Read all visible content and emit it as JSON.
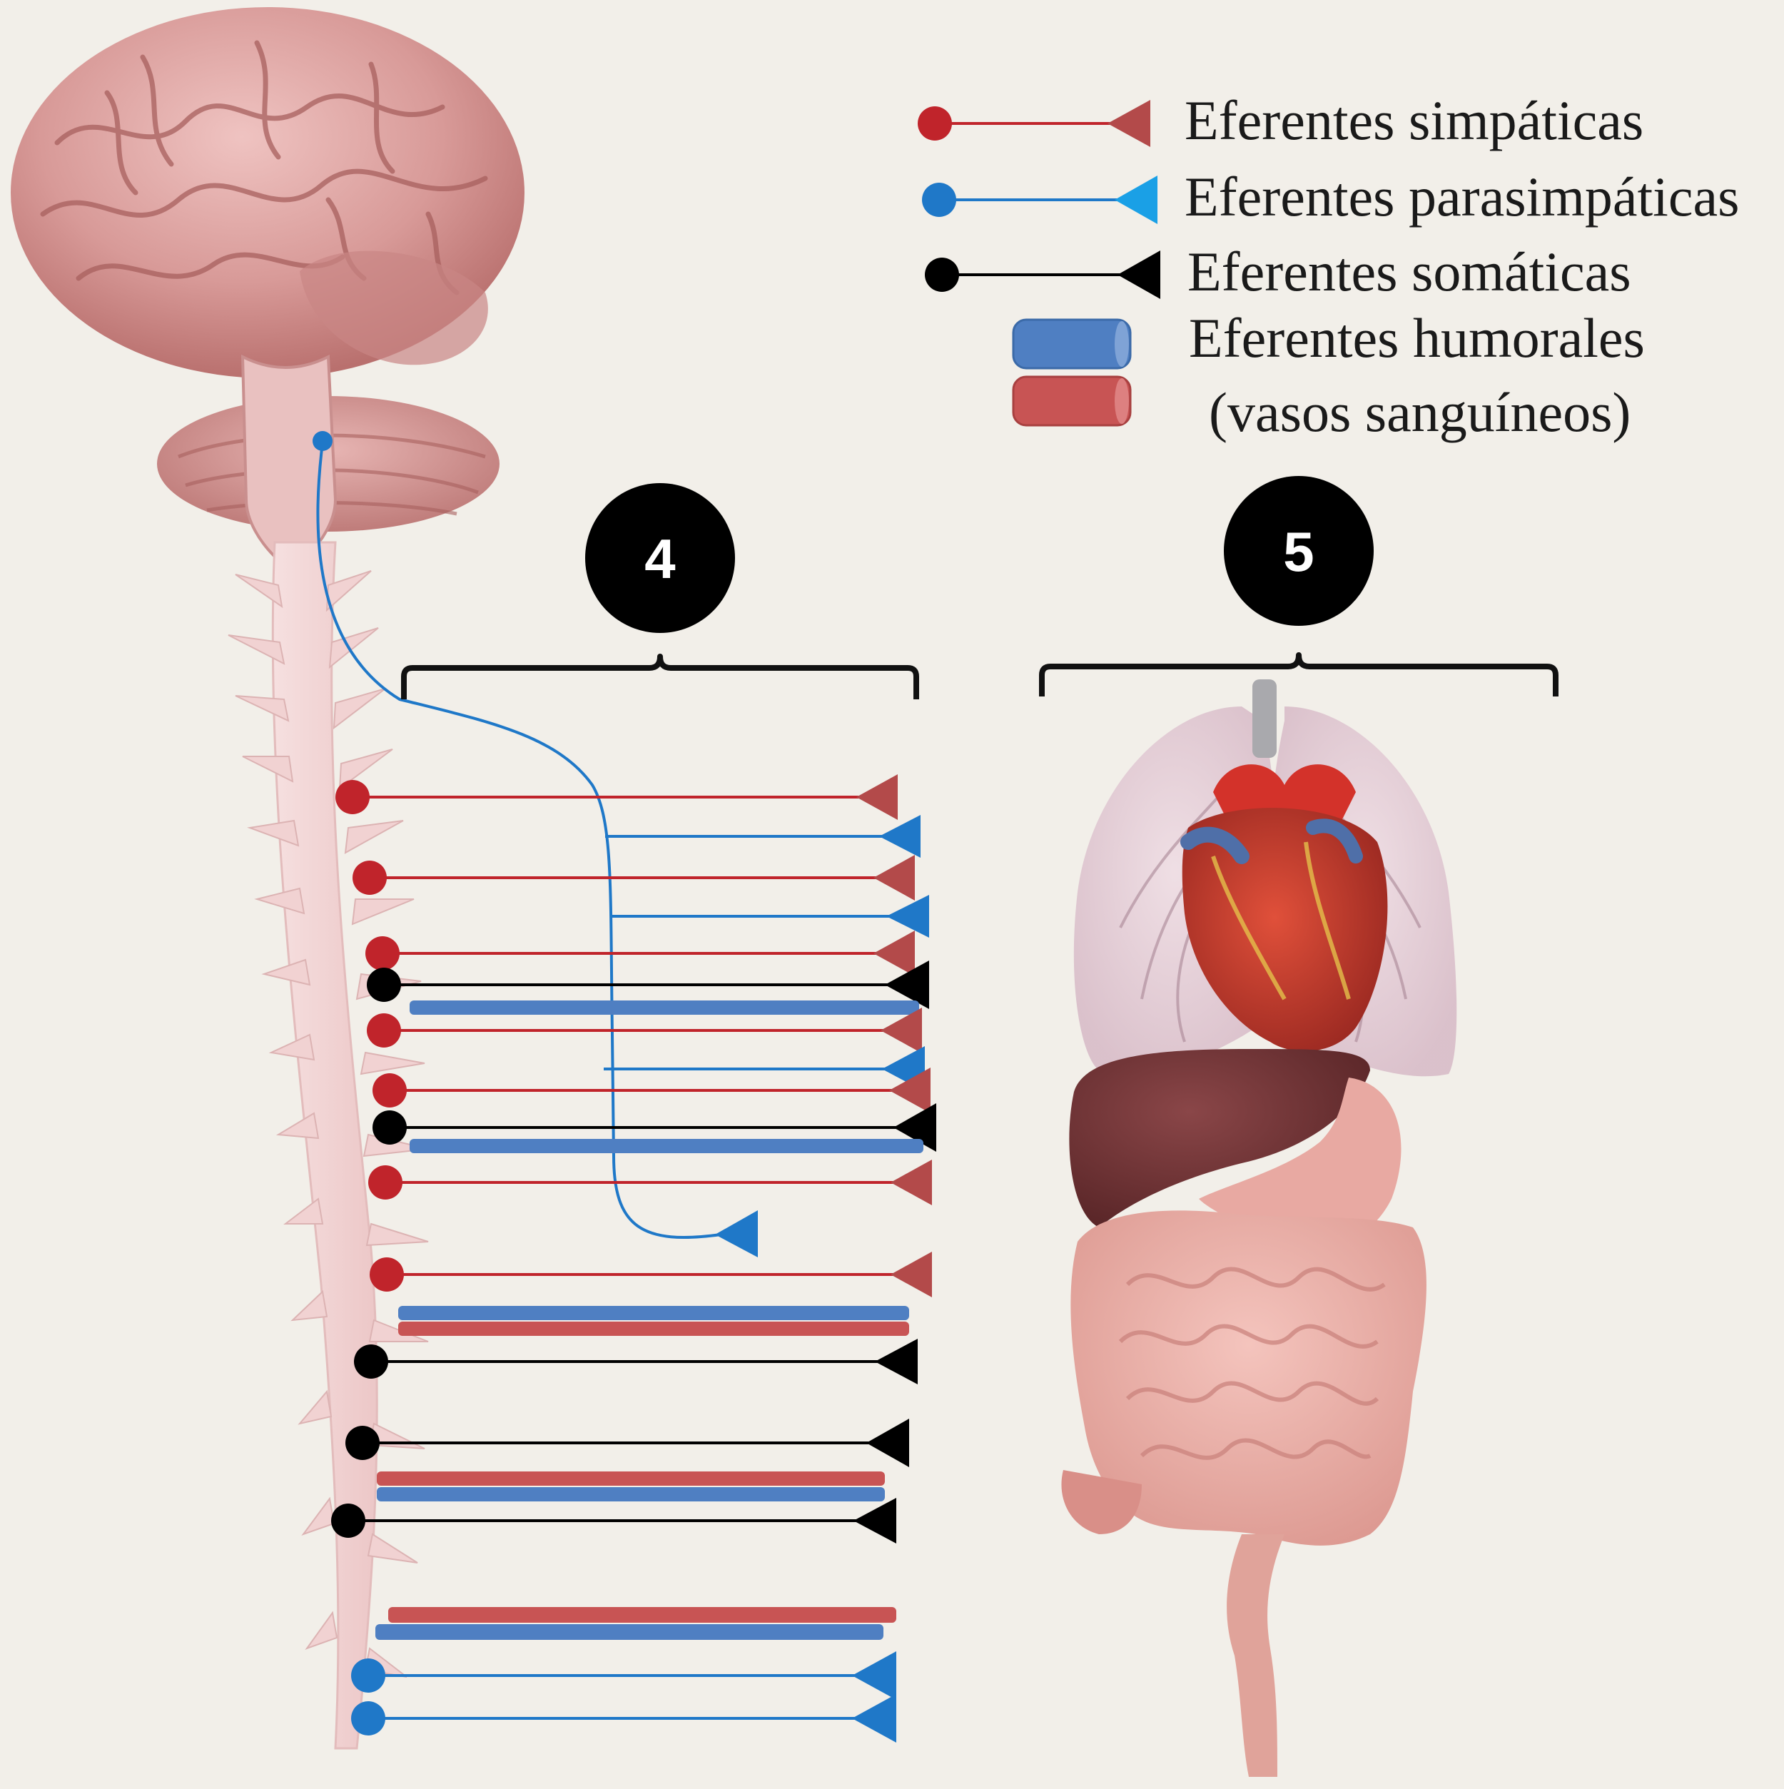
{
  "legend": {
    "sympathetic": "Eferentes simpáticas",
    "parasympathetic": "Eferentes parasimpáticas",
    "somatic": "Eferentes somáticas",
    "humoral_line1": "Eferentes humorales",
    "humoral_line2": "(vasos sanguíneos)"
  },
  "badges": {
    "left": "4",
    "right": "5"
  },
  "colors": {
    "background": "#f2efe9",
    "sympathetic": "#c0242b",
    "sympathetic_arrow": "#b34a4a",
    "parasympathetic": "#1f78c8",
    "somatic": "#000000",
    "vessel_blue": "#4f7fc2",
    "vessel_red": "#c85454",
    "brain": "#d89a98",
    "spinal_cord": "#f3d8d8"
  }
}
